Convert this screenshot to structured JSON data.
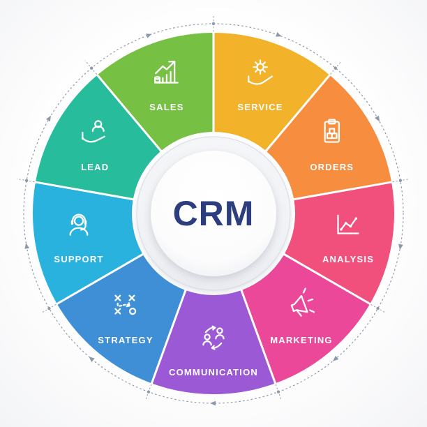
{
  "center": {
    "label": "CRM",
    "text_color": "#2c3e7d"
  },
  "ring": {
    "color": "#8d99ab"
  },
  "segments": [
    {
      "label": "SALES",
      "icon": "sales-growth-chart-icon",
      "color": "#76c043"
    },
    {
      "label": "SERVICE",
      "icon": "service-hand-gear-icon",
      "color": "#f2b229"
    },
    {
      "label": "ORDERS",
      "icon": "orders-checklist-boxes-icon",
      "color": "#f68d3f"
    },
    {
      "label": "ANALYSIS",
      "icon": "analysis-line-chart-icon",
      "color": "#f1507c"
    },
    {
      "label": "MARKETING",
      "icon": "marketing-megaphone-icon",
      "color": "#ec4899"
    },
    {
      "label": "COMMUNICATION",
      "icon": "communication-people-exchange-icon",
      "color": "#9b59d6"
    },
    {
      "label": "STRATEGY",
      "icon": "strategy-tactics-icon",
      "color": "#3f8fd6"
    },
    {
      "label": "SUPPORT",
      "icon": "support-headset-icon",
      "color": "#29b2dd"
    },
    {
      "label": "LEAD",
      "icon": "lead-person-hand-icon",
      "color": "#27bc9c"
    }
  ]
}
